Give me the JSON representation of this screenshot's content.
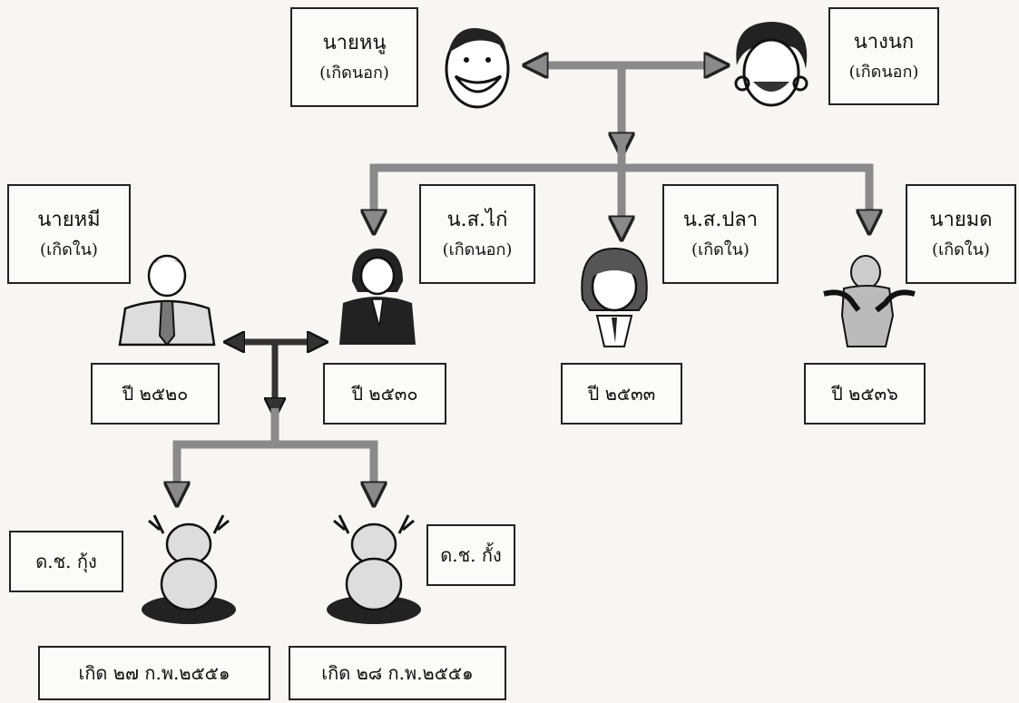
{
  "people": {
    "nai_nu": {
      "name": "นายหนู",
      "status": "(เกิดนอก)"
    },
    "nang_nok": {
      "name": "นางนก",
      "status": "(เกิดนอก)"
    },
    "nai_mi": {
      "name": "นายหมี",
      "status": "(เกิดใน)",
      "year": "ปี ๒๕๒๐"
    },
    "ns_kai": {
      "name": "น.ส.ไก่",
      "status": "(เกิดนอก)",
      "year": "ปี ๒๕๓๐"
    },
    "ns_pla": {
      "name": "น.ส.ปลา",
      "status": "(เกิดใน)",
      "year": "ปี ๒๕๓๓"
    },
    "nai_mot": {
      "name": "นายมด",
      "status": "(เกิดใน)",
      "year": "ปี ๒๕๓๖"
    },
    "dc_kung": {
      "name": "ด.ช. กุ้ง",
      "birth": "เกิด ๒๗ ก.พ.๒๕๕๑"
    },
    "dc_kang": {
      "name": "ด.ช. กั้ง",
      "birth": "เกิด ๒๘ ก.พ.๒๕๕๑"
    }
  },
  "colors": {
    "arrow_fill": "#8a8a8a",
    "outline": "#222222",
    "background": "#f7f6f3"
  },
  "icons": [
    "man-face-icon",
    "woman-face-icon",
    "man-tie-icon",
    "woman-icon",
    "girl-icon",
    "man-standing-icon",
    "baby-icon"
  ]
}
